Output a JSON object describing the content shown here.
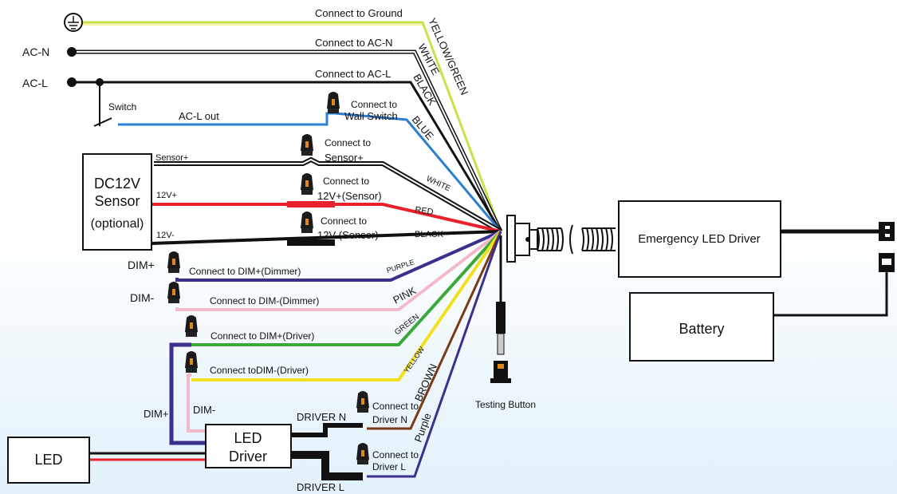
{
  "terminals": {
    "ac_n": "AC-N",
    "ac_l": "AC-L",
    "switch": "Switch",
    "ac_l_out": "AC-L out",
    "dim_plus": "DIM+",
    "dim_minus": "DIM-",
    "dim_plus_driver": "DIM+",
    "dim_minus_driver": "DIM-",
    "driver_n": "DRIVER N",
    "driver_l": "DRIVER L"
  },
  "sensor": {
    "line1": "DC12V",
    "line2": "Sensor",
    "line3": "(optional)",
    "pin_sensor": "Sensor+",
    "pin_12v_plus": "12V+",
    "pin_12v_minus": "12V-"
  },
  "connections": {
    "ground": "Connect to Ground",
    "ac_n": "Connect to AC-N",
    "ac_l": "Connect to AC-L",
    "wall_switch_1": "Connect to",
    "wall_switch_2": "Wall Switch",
    "sensor_plus_1": "Connect to",
    "sensor_plus_2": "Sensor+",
    "v12_plus_1": "Connect to",
    "v12_plus_2": "12V+(Sensor)",
    "v12_minus_1": "Connect to",
    "v12_minus_2": "12V-(Sensor)",
    "dim_plus_dimmer": "Connect to DIM+(Dimmer)",
    "dim_minus_dimmer": "Connect to DIM-(Dimmer)",
    "dim_plus_driver": "Connect to DIM+(Driver)",
    "dim_minus_driver": "Connect toDIM-(Driver)",
    "driver_n_1": "Connect to",
    "driver_n_2": "Driver N",
    "driver_l_1": "Connect to",
    "driver_l_2": "Driver L"
  },
  "wire_colors": {
    "yellow_green": "YELLOW/GREEN",
    "white_1": "WHITE",
    "black_1": "BLACK",
    "blue": "BLUE",
    "white_2": "WHITE",
    "red": "RED",
    "black_2": "BLACK",
    "purple_1": "PURPLE",
    "pink": "PINK",
    "green": "GREEN",
    "yellow": "YELLOW",
    "brown": "BROWN",
    "purple_2": "Purple"
  },
  "components": {
    "emergency_driver": "Emergency LED Driver",
    "battery": "Battery",
    "led": "LED",
    "led_driver_1": "LED",
    "led_driver_2": "Driver",
    "testing_button": "Testing Button"
  },
  "colors": {
    "yellow_green": "#c8e04a",
    "white": "#ffffff",
    "black": "#111111",
    "blue": "#2a7fd0",
    "red": "#e8212b",
    "purple": "#3b2f8e",
    "pink": "#f2b8cc",
    "green": "#3aa83a",
    "yellow": "#f2e020",
    "brown": "#7a3a14",
    "connector": "#e08a1a"
  }
}
